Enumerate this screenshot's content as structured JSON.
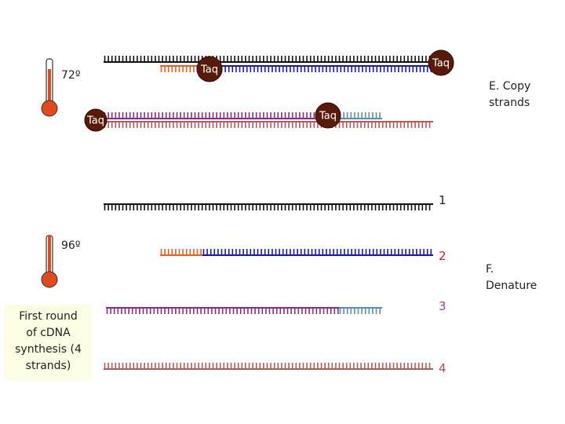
{
  "temperatures": {
    "extension": "72º",
    "denature": "96º"
  },
  "taq": {
    "label": "Taq"
  },
  "steps": {
    "copy": [
      "E. Copy",
      "strands"
    ],
    "denature": [
      "F.",
      "Denature"
    ]
  },
  "strand_numbers": [
    "1",
    "2",
    "3",
    "4"
  ],
  "note": [
    "First round",
    "of cDNA",
    "synthesis (4",
    "strands)"
  ],
  "colors": {
    "black": "#111111",
    "blue": "#1a1aa6",
    "orange": "#e0622a",
    "purple": "#8b2d86",
    "teal": "#5b8fad",
    "rose": "#b35a5a",
    "taq": "#5a1a0a",
    "thermo_red": "#e04a1e",
    "num_red": "#d81b3c",
    "num_purple": "#a83aa8",
    "num_rose": "#b34a4a"
  }
}
